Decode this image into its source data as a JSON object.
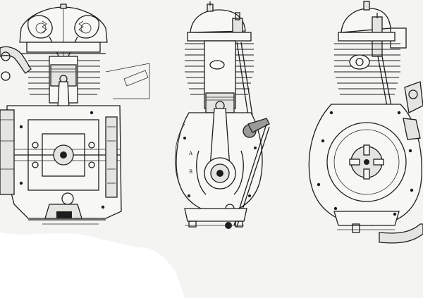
{
  "drawing": {
    "views": [
      {
        "id": "front-section"
      },
      {
        "id": "side-section"
      },
      {
        "id": "side-exterior"
      }
    ],
    "reference_letters": [
      "A",
      "B"
    ]
  },
  "colors": {
    "paper": "#f4f4f2",
    "ink": "#1d1d1d",
    "shade": "#9a9a96"
  }
}
